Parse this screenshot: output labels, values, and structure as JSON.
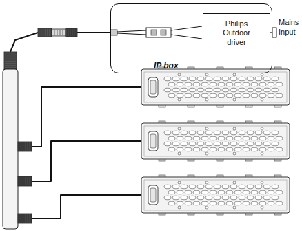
{
  "diagram": {
    "nodes": [
      {
        "text": [
          "IP box"
        ]
      },
      {
        "text": [
          "Philips Outdoor driver"
        ],
        "in": 0
      }
    ],
    "labels": [
      "Mains Input"
    ]
  }
}
